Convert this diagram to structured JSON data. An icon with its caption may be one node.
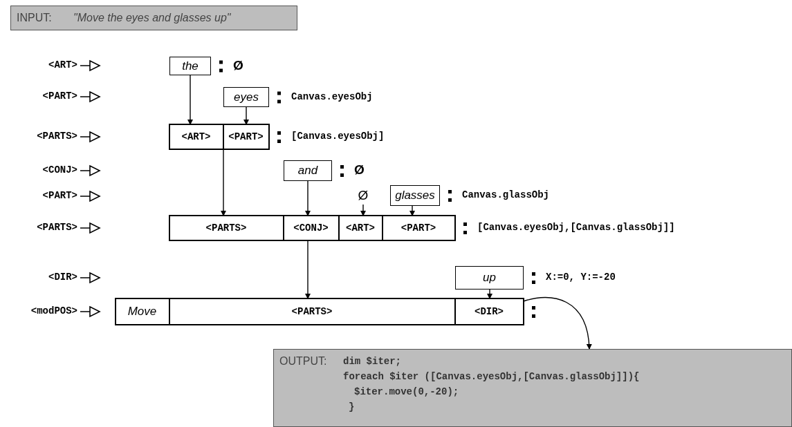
{
  "diagram": {
    "nodes": [
      {
        "text": [
          "INPUT:",
          "\"Move the eyes and glasses up\""
        ]
      },
      {
        "text": [
          "the"
        ],
        "beside": [
          "Ø"
        ]
      },
      {
        "text": [
          "eyes"
        ],
        "beside": [
          "Canvas.eyesObj"
        ]
      },
      {
        "text": [],
        "shape": "box",
        "beside": [
          "[Canvas.eyesObj]"
        ]
      },
      {
        "text": [
          "<ART>"
        ],
        "in": 3
      },
      {
        "text": [
          "<PART>"
        ],
        "in": 3
      },
      {
        "text": [
          "and"
        ],
        "beside": [
          "Ø"
        ]
      },
      {
        "text": [
          "Ø"
        ]
      },
      {
        "text": [
          "glasses"
        ],
        "beside": [
          "Canvas.glassObj"
        ]
      },
      {
        "text": [],
        "shape": "box",
        "beside": [
          "[Canvas.eyesObj,[Canvas.glassObj]]"
        ]
      },
      {
        "text": [
          "<PARTS>"
        ],
        "in": 9
      },
      {
        "text": [
          "<CONJ>"
        ],
        "in": 9
      },
      {
        "text": [
          "<ART>"
        ],
        "in": 9
      },
      {
        "text": [
          "<PART>"
        ],
        "in": 9
      },
      {
        "text": [
          "up"
        ],
        "beside": [
          "X:=0, Y:=-20"
        ]
      },
      {
        "text": [],
        "shape": "box"
      },
      {
        "text": [
          "Move"
        ],
        "in": 15
      },
      {
        "text": [
          "<PARTS>"
        ],
        "in": 15
      },
      {
        "text": [
          "<DIR>"
        ],
        "in": 15
      },
      {
        "text": [
          "OUTPUT:",
          "dim $iter;",
          "foreach $iter ([Canvas.eyesObj,[Canvas.glassObj]]){",
          "$iter.move(0,-20);",
          "}"
        ]
      }
    ],
    "edges": [
      {
        "from": 1,
        "to": 4,
        "arrow": "to"
      },
      {
        "from": 2,
        "to": 5,
        "arrow": "to"
      },
      {
        "from": 3,
        "to": 10,
        "arrow": "to"
      },
      {
        "from": 6,
        "to": 11,
        "arrow": "to"
      },
      {
        "from": 7,
        "to": 12,
        "arrow": "to"
      },
      {
        "from": 8,
        "to": 13,
        "arrow": "to"
      },
      {
        "from": 9,
        "to": 17,
        "arrow": "to"
      },
      {
        "from": 14,
        "to": 18,
        "arrow": "to"
      },
      {
        "from": 15,
        "to": 19,
        "arrow": "to"
      }
    ],
    "labels": [
      "<ART>",
      "<PART>",
      "<PARTS>",
      "<CONJ>",
      "<PART>",
      "<PARTS>",
      "<DIR>",
      "<modPOS>"
    ]
  }
}
